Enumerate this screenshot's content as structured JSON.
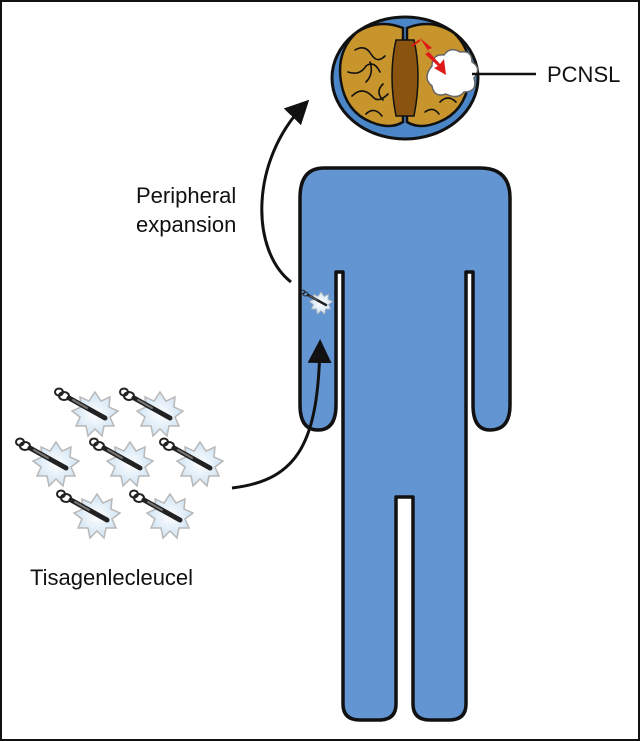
{
  "labels": {
    "tumor": "PCNSL",
    "expansion_line1": "Peripheral",
    "expansion_line2": "expansion",
    "product": "Tisagenlecleucel"
  },
  "colors": {
    "body": "#6495d3",
    "outline": "#111111",
    "brain_background": "#4a86c8",
    "brain": "#c8942c",
    "brain_fold": "#8a5410",
    "tumor": "#ffffff",
    "lightning": "#e01818",
    "cell_glow": "#d6e8f6",
    "cell_spikes": "#c8c8c8"
  },
  "icons": {
    "brain": "brain-icon",
    "cell": "car-t-cell-icon",
    "arrow": "curved-arrow-icon",
    "lightning": "lightning-bolt-icon"
  }
}
